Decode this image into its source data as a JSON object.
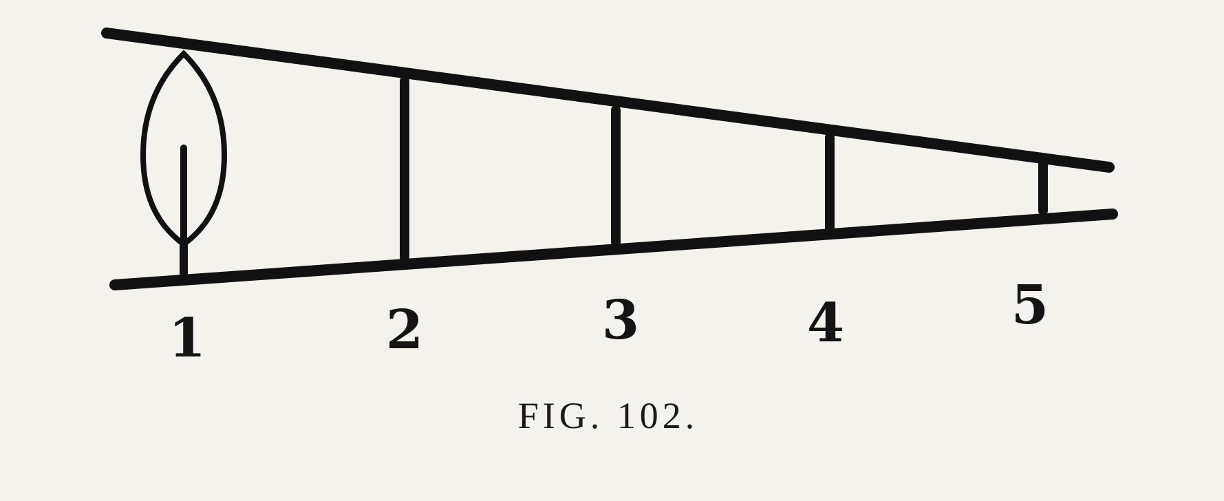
{
  "diagram": {
    "labels": [
      "1",
      "2",
      "3",
      "4",
      "5"
    ],
    "caption": "FIG. 102.",
    "ink_color": "#111111",
    "paper_color": "#f3f2ed",
    "icon": "candle-flame-icon"
  }
}
